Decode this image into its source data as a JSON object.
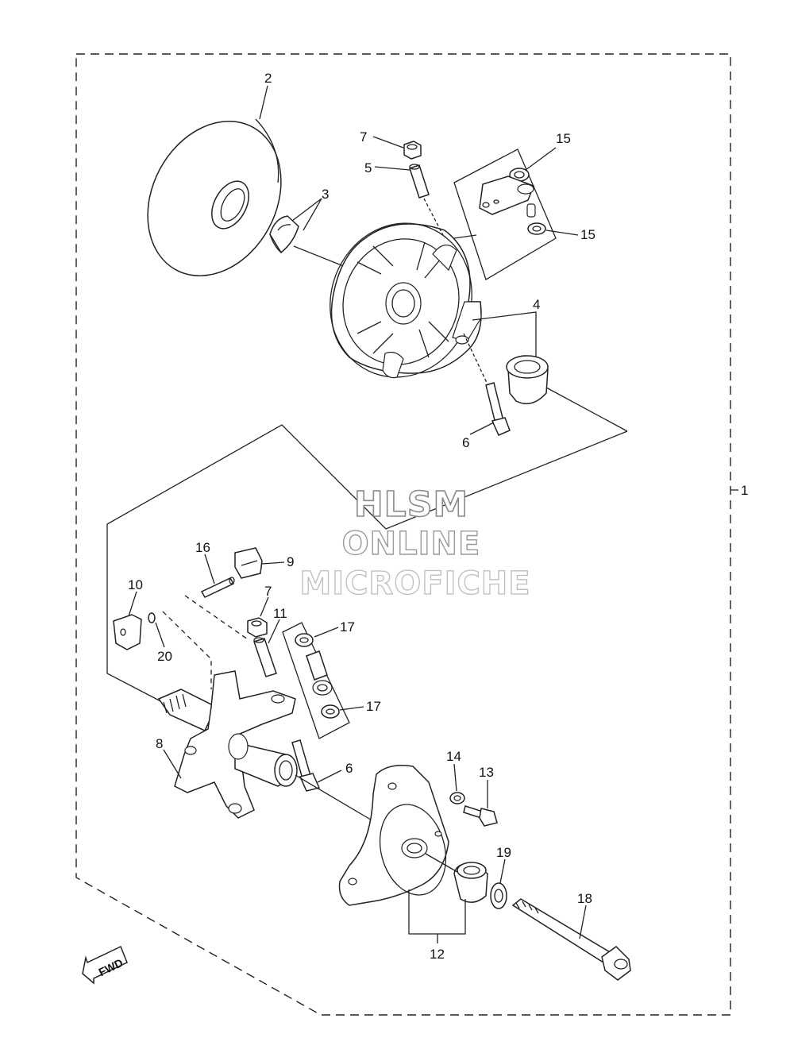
{
  "watermark": {
    "line1": "HLSM",
    "line2": "ONLINE",
    "line3": "MICROFICHE"
  },
  "assembly_callout": "1",
  "callouts": {
    "c2": "2",
    "c3": "3",
    "c4": "4",
    "c5": "5",
    "c6a": "6",
    "c6b": "6",
    "c7a": "7",
    "c7b": "7",
    "c8": "8",
    "c9": "9",
    "c10": "10",
    "c11": "11",
    "c12": "12",
    "c13": "13",
    "c14": "14",
    "c15a": "15",
    "c15b": "15",
    "c16": "16",
    "c17a": "17",
    "c17b": "17",
    "c18": "18",
    "c19": "19",
    "c20": "20"
  },
  "fwd_arrow": {
    "label": "FWD",
    "icon": "fwd-arrow-icon"
  },
  "colors": {
    "ink": "#222222",
    "paper": "#ffffff",
    "watermark": "#8a8a8a"
  }
}
